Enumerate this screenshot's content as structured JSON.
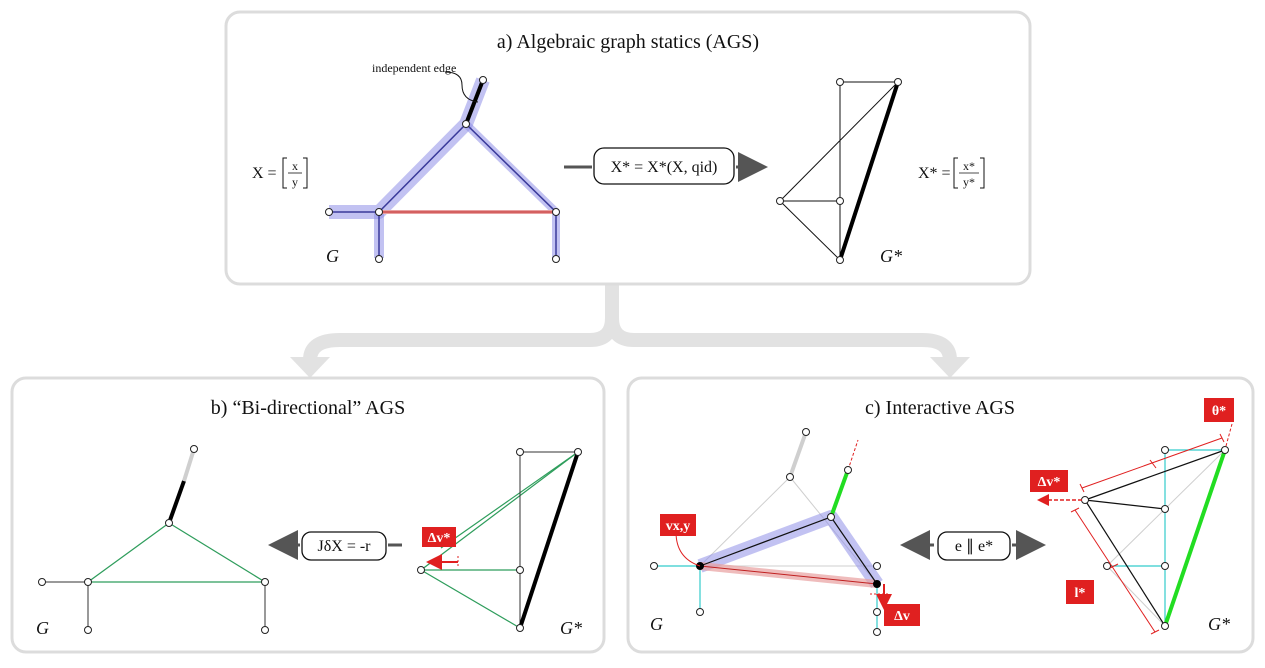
{
  "panel_a": {
    "title": "a) Algebraic graph statics (AGS)",
    "annotation": "independent edge",
    "x_label": "X =",
    "x_num": "x",
    "x_den": "y",
    "xs_label": "X* =",
    "xs_num": "x*",
    "xs_den": "y*",
    "center_box": "X* = X*(X, qid)",
    "g_label": "G",
    "gs_label": "G*"
  },
  "panel_b": {
    "title": "b) “Bi-directional” AGS",
    "center_box": "JδX = -r",
    "dv_tag": "Δv*",
    "g_label": "G",
    "gs_label": "G*"
  },
  "panel_c": {
    "title": "c) Interactive AGS",
    "center_box": "e ∥ e*",
    "vxy_tag": "vx,y",
    "dv_tag": "Δv",
    "dvs_tag": "Δv*",
    "theta_tag": "θ*",
    "l_tag": "l*",
    "g_label": "G",
    "gs_label": "G*"
  },
  "colors": {
    "panel_border": "#dcdcdc",
    "highlight_blue": "#8f8fe8",
    "highlight_red": "#e8a0a0",
    "green": "#2e9e5c",
    "bright_green": "#22dd22",
    "cyan": "#33cccc",
    "red": "#e02020",
    "arrow": "#555555"
  }
}
